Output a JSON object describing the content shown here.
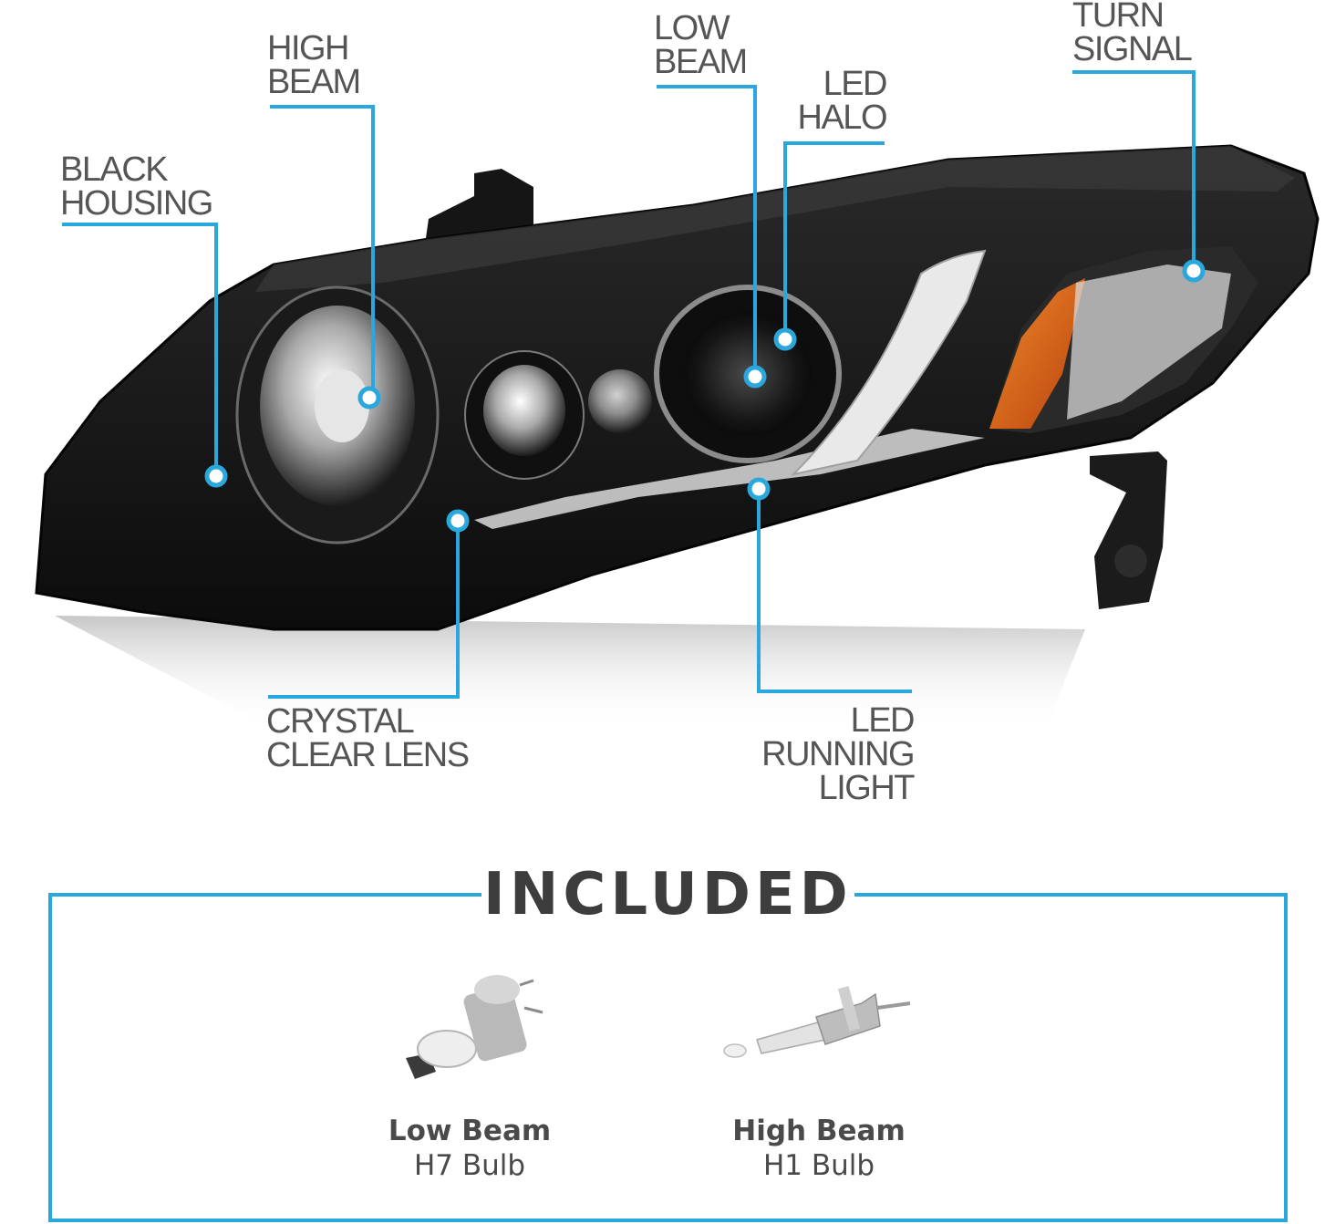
{
  "accent_color": "#2aa7dc",
  "callouts": {
    "black_housing": "BLACK\nHOUSING",
    "high_beam": "HIGH\nBEAM",
    "low_beam": "LOW\nBEAM",
    "led_halo": "LED\nHALO",
    "turn_signal": "TURN\nSIGNAL",
    "crystal_clear_lens": "CRYSTAL\nCLEAR LENS",
    "led_running_light": "LED\nRUNNING\nLIGHT"
  },
  "included": {
    "title": "INCLUDED",
    "items": [
      {
        "name": "Low Beam",
        "type": "H7 Bulb"
      },
      {
        "name": "High Beam",
        "type": "H1 Bulb"
      }
    ]
  }
}
